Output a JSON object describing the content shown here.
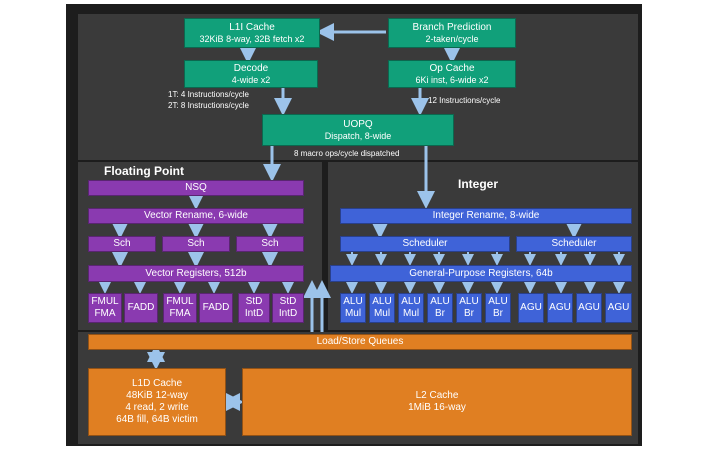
{
  "frontend": {
    "l1i": {
      "title": "L1I Cache",
      "detail": "32KiB 8-way, 32B fetch x2"
    },
    "branch": {
      "title": "Branch Prediction",
      "detail": "2-taken/cycle"
    },
    "decode": {
      "title": "Decode",
      "detail": "4-wide x2"
    },
    "opcache": {
      "title": "Op Cache",
      "detail": "6Ki inst, 6-wide x2"
    },
    "decode_rate_1t": "1T: 4 Instructions/cycle",
    "decode_rate_2t": "2T: 8 Instructions/cycle",
    "opcache_rate": "12 Instructions/cycle",
    "uopq": {
      "title": "UOPQ",
      "detail": "Dispatch, 8-wide"
    },
    "dispatch_rate": "8 macro ops/cycle dispatched"
  },
  "fp": {
    "heading": "Floating Point",
    "nsq": "NSQ",
    "rename": "Vector Rename, 6-wide",
    "schedulers": [
      "Sch",
      "Sch",
      "Sch"
    ],
    "registers": "Vector Registers, 512b",
    "units": [
      {
        "line1": "FMUL",
        "line2": "FMA"
      },
      {
        "line1": "FADD",
        "line2": ""
      },
      {
        "line1": "FMUL",
        "line2": "FMA"
      },
      {
        "line1": "FADD",
        "line2": ""
      },
      {
        "line1": "StD",
        "line2": "IntD"
      },
      {
        "line1": "StD",
        "line2": "IntD"
      }
    ]
  },
  "int": {
    "heading": "Integer",
    "rename": "Integer Rename, 8-wide",
    "schedulers": [
      "Scheduler",
      "Scheduler"
    ],
    "registers": "General-Purpose Registers, 64b",
    "alus": [
      {
        "line1": "ALU",
        "line2": "Mul"
      },
      {
        "line1": "ALU",
        "line2": "Mul"
      },
      {
        "line1": "ALU",
        "line2": "Mul"
      },
      {
        "line1": "ALU",
        "line2": "Br"
      },
      {
        "line1": "ALU",
        "line2": "Br"
      },
      {
        "line1": "ALU",
        "line2": "Br"
      }
    ],
    "agus": [
      "AGU",
      "AGU",
      "AGU",
      "AGU"
    ]
  },
  "memory": {
    "lsq": "Load/Store Queues",
    "l1d": {
      "title": "L1D Cache",
      "lines": [
        "48KiB 12-way",
        "4 read, 2 write",
        "64B fill, 64B victim"
      ]
    },
    "l2": {
      "title": "L2 Cache",
      "detail": "1MiB 16-way"
    }
  },
  "colors": {
    "green": "#11a07a",
    "purple": "#8a3ab0",
    "blue": "#3f63d8",
    "orange": "#e07f22",
    "arrow": "#9cc3ea"
  }
}
